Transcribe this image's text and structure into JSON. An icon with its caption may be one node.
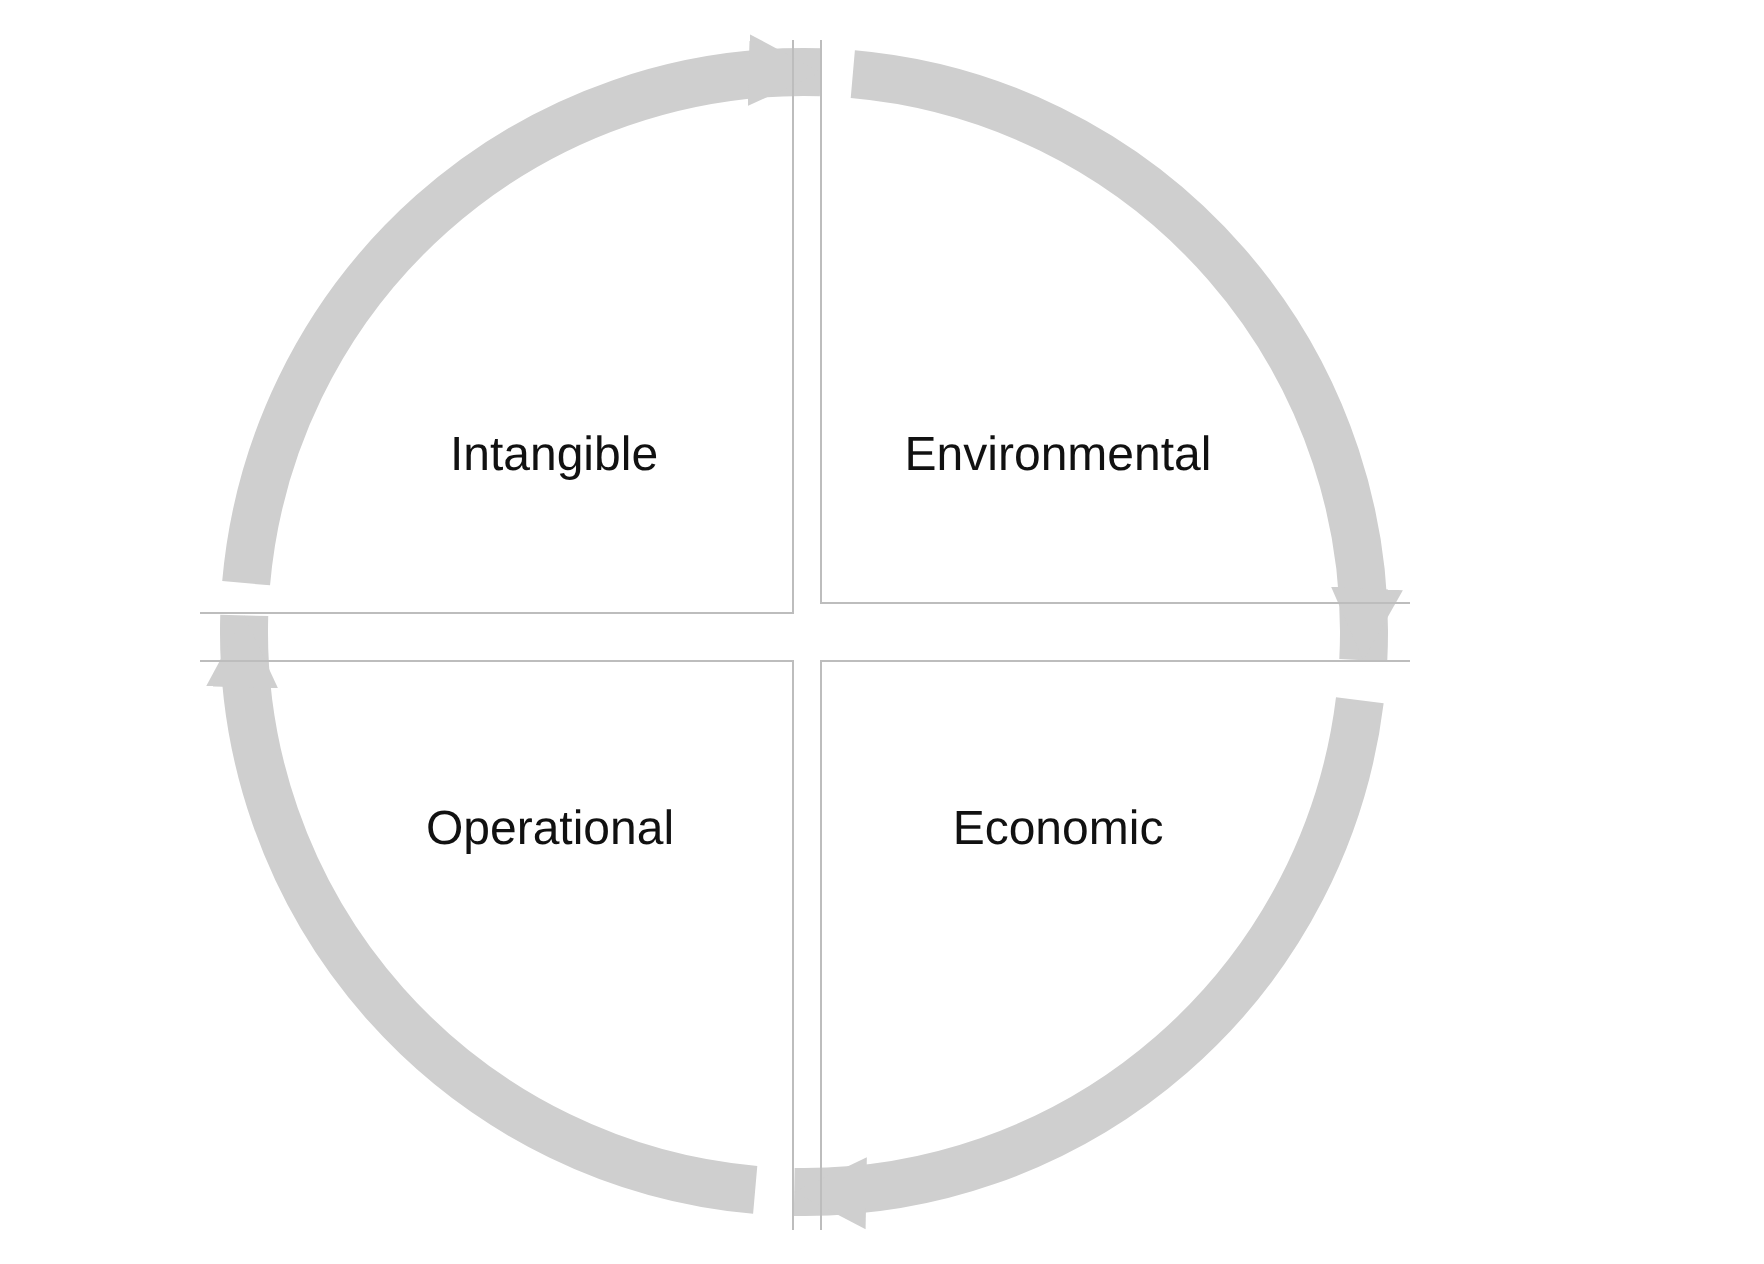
{
  "diagram": {
    "nodes": [
      {
        "text": [
          "Intangible"
        ]
      },
      {
        "text": [
          "Environmental"
        ]
      },
      {
        "text": [
          "Economic"
        ]
      },
      {
        "text": [
          "Operational"
        ]
      }
    ],
    "edges": [
      {
        "from": 0,
        "to": 1,
        "arrow": "to"
      },
      {
        "from": 1,
        "to": 2,
        "arrow": "to"
      },
      {
        "from": 2,
        "to": 3,
        "arrow": "to"
      },
      {
        "from": 3,
        "to": 0,
        "arrow": "to"
      }
    ]
  }
}
